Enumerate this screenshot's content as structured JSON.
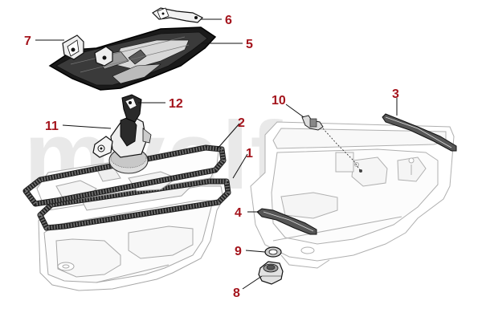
{
  "diagram": {
    "watermark": "myalfa",
    "label_color": "#a4141c",
    "callouts": [
      {
        "id": "1",
        "label": "1"
      },
      {
        "id": "2",
        "label": "2"
      },
      {
        "id": "3",
        "label": "3"
      },
      {
        "id": "4",
        "label": "4"
      },
      {
        "id": "5",
        "label": "5"
      },
      {
        "id": "6",
        "label": "6"
      },
      {
        "id": "7",
        "label": "7"
      },
      {
        "id": "8",
        "label": "8"
      },
      {
        "id": "9",
        "label": "9"
      },
      {
        "id": "10",
        "label": "10"
      },
      {
        "id": "11",
        "label": "11"
      },
      {
        "id": "12",
        "label": "12"
      }
    ]
  }
}
